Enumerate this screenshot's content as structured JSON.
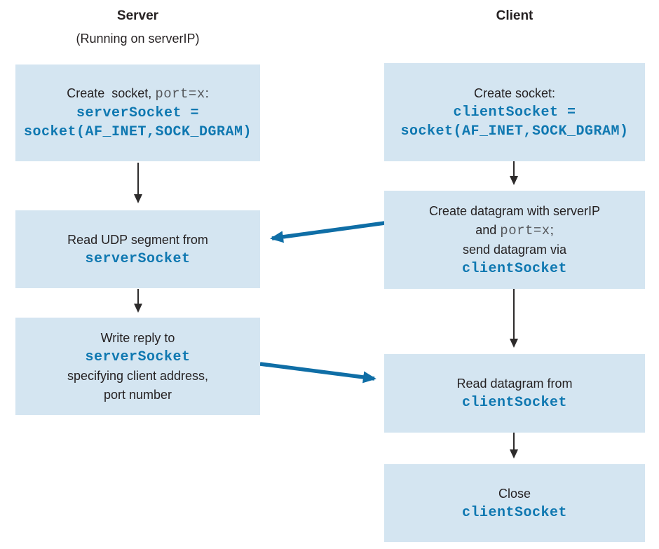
{
  "server": {
    "title": "Server",
    "subtitle": "(Running on serverIP)",
    "box_create": {
      "text_pre": "Create  socket, ",
      "code_inline": "port=x",
      "text_post": ":",
      "code_line1": "serverSocket =",
      "code_line2": "socket(AF_INET,SOCK_DGRAM)"
    },
    "box_read": {
      "text": "Read UDP segment from",
      "code": "serverSocket"
    },
    "box_write": {
      "text": "Write reply to",
      "code": "serverSocket",
      "text2": "specifying client address,",
      "text3": "port number"
    }
  },
  "client": {
    "title": "Client",
    "box_create": {
      "text": "Create socket:",
      "code_line1": "clientSocket =",
      "code_line2": "socket(AF_INET,SOCK_DGRAM)"
    },
    "box_datagram": {
      "line1": "Create datagram with serverIP",
      "line2_pre": "and ",
      "line2_code": "port=x",
      "line2_post": ";",
      "line3": "send datagram via",
      "code": "clientSocket"
    },
    "box_read": {
      "text": "Read datagram from",
      "code": "clientSocket"
    },
    "box_close": {
      "text": "Close",
      "code": "clientSocket"
    }
  },
  "colors": {
    "box_background": "#d4e5f1",
    "code_blue": "#0f78b1",
    "inline_mono_gray": "#55575b",
    "diagonal_arrow_blue": "#0f6ea6",
    "vertical_arrow_black": "#2d2b2b",
    "text_dark": "#262223"
  }
}
